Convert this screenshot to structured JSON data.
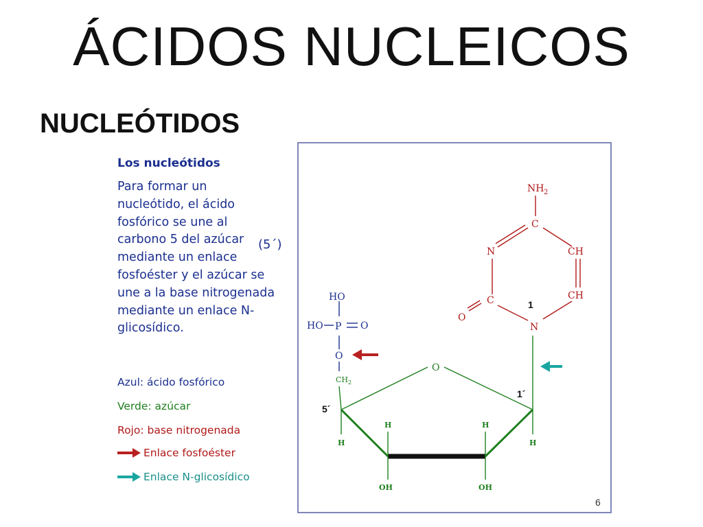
{
  "title": "ÁCIDOS NUCLEICOS",
  "subtitle": "NUCLEÓTIDOS",
  "panel": {
    "heading": "Los nucleótidos",
    "body": "Para formar un\nnucleótido, el ácido\nfosfórico se une al\ncarbono 5 del azúcar\nmediante un enlace\nfosfoéster y el azúcar se\nune a la base nitrogenada\nmediante un enlace N-\nglicosídico.",
    "carbon_note": "(5´)"
  },
  "legend": {
    "blue": "Azul: ácido fosfórico",
    "green": "Verde: azúcar",
    "red": "Rojo: base nitrogenada",
    "arrow_red": "Enlace fosfoéster",
    "arrow_teal": "Enlace N-glicosídico"
  },
  "colors": {
    "blue": "#1b2f8f",
    "green": "#1f7f1f",
    "red": "#b01818",
    "teal": "#1aa6a0",
    "arrow_red": "#b82020"
  },
  "diagram": {
    "base": {
      "nh2": "NH",
      "nh2_sub": "2",
      "c_top": "C",
      "n_left": "N",
      "ch1": "CH",
      "ch2": "CH",
      "c_mid": "C",
      "o": "O",
      "n_bottom": "N",
      "position_1": "1"
    },
    "phosphate": {
      "ho_top": "HO",
      "ho_left": "HO",
      "p": "P",
      "o_right": "O",
      "o_link": "O",
      "ch2": "CH",
      "ch2_sub": "2"
    },
    "sugar": {
      "ring_o": "O",
      "c5_label": "5´",
      "c1_label": "1´",
      "h_left": "H",
      "h_left_top": "H",
      "h_right_top": "H",
      "h_right": "H",
      "oh_left": "OH",
      "oh_right": "OH"
    },
    "slide_number": "6"
  }
}
